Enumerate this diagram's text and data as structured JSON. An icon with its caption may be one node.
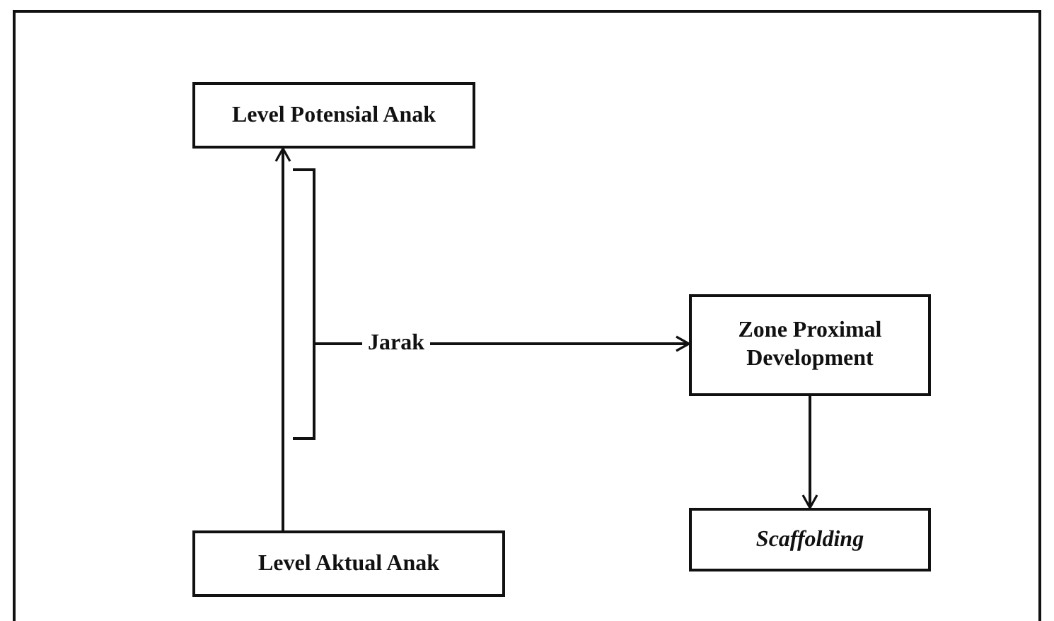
{
  "diagram": {
    "nodes": [
      {
        "text": [
          "Level Potensial Anak"
        ]
      },
      {
        "text": [
          "Level Aktual Anak"
        ]
      },
      {
        "text": [
          "Jarak"
        ]
      },
      {
        "text": [
          "Zone Proximal Development"
        ]
      },
      {
        "text": [
          "Scaffolding"
        ]
      }
    ],
    "edges": [
      {
        "from": 1,
        "to": 0,
        "arrow": "to"
      },
      {
        "from": 2,
        "to": 3,
        "arrow": "to"
      },
      {
        "from": 3,
        "to": 4,
        "arrow": "to"
      }
    ]
  }
}
